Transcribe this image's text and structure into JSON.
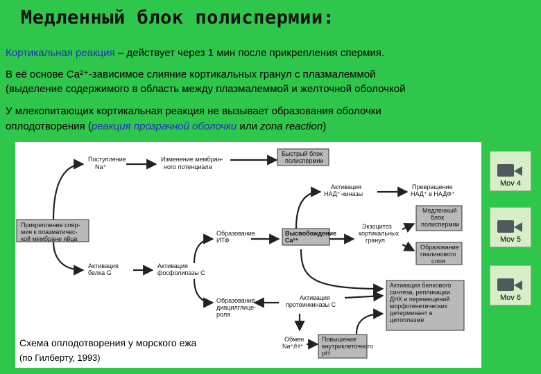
{
  "title": "Медленный блок полиспермии:",
  "lines": {
    "l1_a": "Кортикальная реакция",
    "l1_b": " – действует через 1 мин после прикрепления спермия.",
    "l2": "В её основе Ca²⁺-зависимое слияние кортикальных гранул с плазмалеммой",
    "l3": "(выделение содержимого в область между плазмалеммой и желточной оболочкой",
    "l4": "У млекопитающих кортикальная реакция не вызывает образования оболочки",
    "l5_a": "оплодотворения (",
    "l5_b": "реакция прозрачной оболочки",
    "l5_c": " или ",
    "l5_d": "zona reaction",
    "l5_e": ")"
  },
  "diagram": {
    "attach": [
      "Прикрепление спер-",
      "мия к плазматичес-",
      "кой мембране яйца"
    ],
    "na_in": [
      "Поступление",
      "Na⁺"
    ],
    "potential": [
      "Изменение мембран-",
      "ного потенциала"
    ],
    "fast_block": [
      "Быстрый блок",
      "полиспермии"
    ],
    "protein_g": [
      "Активация",
      "белка G"
    ],
    "phospholipase": [
      "Активация",
      "фосфолипазы С"
    ],
    "itf": [
      "Образование",
      "ИТФ"
    ],
    "ca_release": [
      "Высвобождение",
      "Ca²⁺"
    ],
    "nad_kinase": [
      "Активация",
      "НАД⁺-киназы"
    ],
    "nad_conv": [
      "Превращение",
      "НАД⁺ в НАДФ⁺"
    ],
    "exocytosis": [
      "Экзоцитоз",
      "кортикальных",
      "гранул"
    ],
    "slow_block": [
      "Медленный",
      "блок",
      "полиспермии"
    ],
    "hyaline": [
      "Образование",
      "гиалинового",
      "слоя"
    ],
    "dag": [
      "Образование",
      "диацилглице-",
      "рола"
    ],
    "pkc": [
      "Активация",
      "протеинкиназы С"
    ],
    "synthesis": [
      "Активация белкового",
      "синтеза, репликации",
      "ДНК и перемещений",
      "морфогенетических",
      "детерминант в",
      "цитоплазме"
    ],
    "exchange": [
      "Обмен",
      "Na⁺/H⁺"
    ],
    "ph": [
      "Повышение",
      "внутриклеточного",
      "pH"
    ]
  },
  "caption": {
    "line1": "Схема оплодотворения у морского ежа",
    "line2": "(по Гилберту, 1993)"
  },
  "movies": [
    "Mov 4",
    "Mov 5",
    "Mov 6"
  ]
}
